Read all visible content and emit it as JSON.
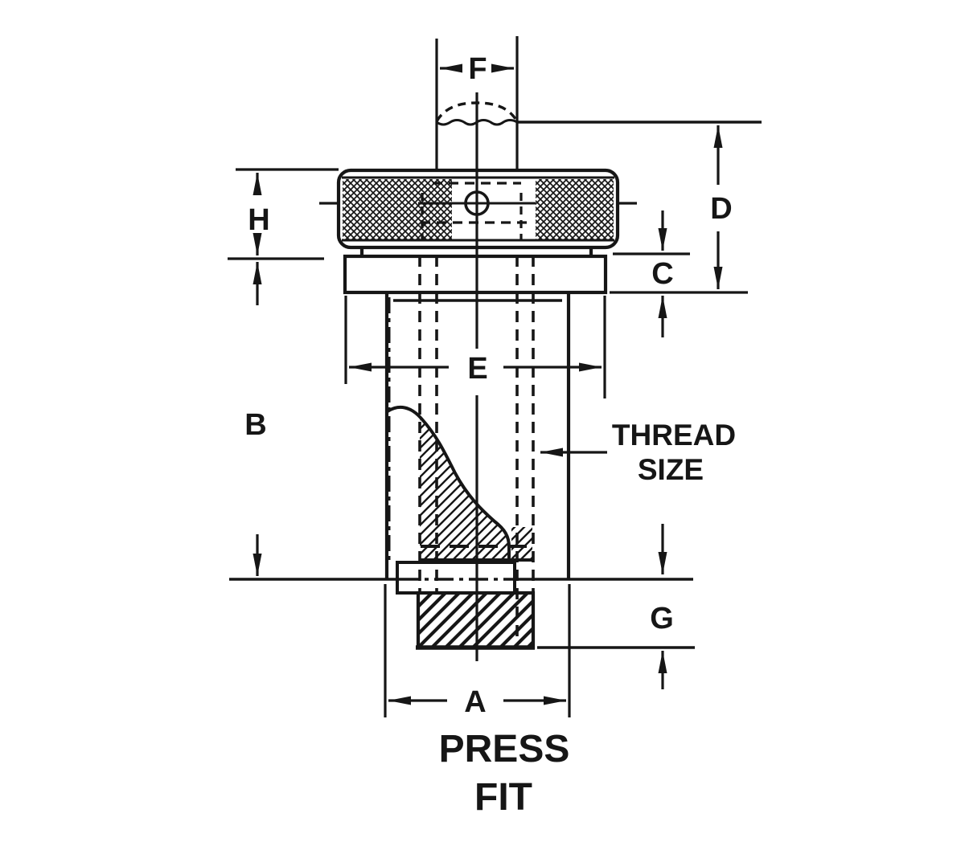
{
  "colors": {
    "ink": "#161616",
    "background": "#ffffff"
  },
  "dimension_labels": {
    "F": "F",
    "H": "H",
    "D": "D",
    "C": "C",
    "E": "E",
    "B": "B",
    "G": "G",
    "A": "A"
  },
  "annotations": {
    "thread_size_line1": "THREAD",
    "thread_size_line2": "SIZE",
    "press_fit_line1": "PRESS",
    "press_fit_line2": "FIT"
  }
}
